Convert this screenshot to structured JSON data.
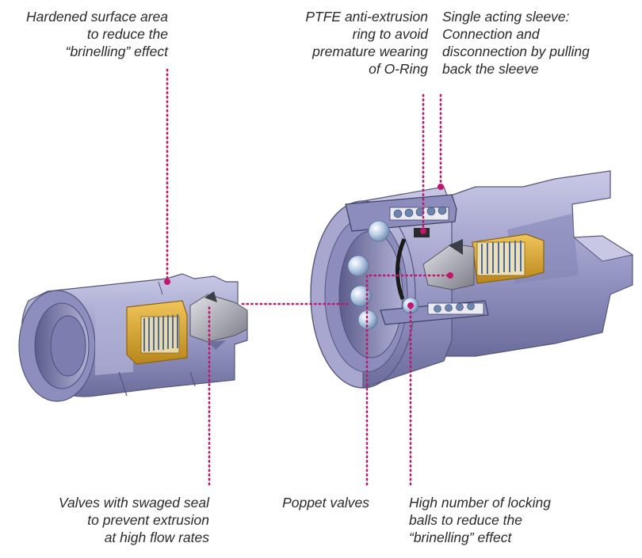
{
  "callouts": {
    "hardened": {
      "lines": [
        "Hardened surface area",
        "to reduce the",
        "“brinelling” effect"
      ]
    },
    "ptfe": {
      "lines": [
        "PTFE anti-extrusion",
        "ring to avoid",
        "premature wearing",
        "of O-Ring"
      ]
    },
    "sleeve": {
      "lines": [
        "Single acting sleeve:",
        "Connection and",
        "disconnection by pulling",
        "back the sleeve"
      ]
    },
    "valves": {
      "lines": [
        "Valves with swaged seal",
        "to  prevent extrusion",
        "at high flow rates"
      ]
    },
    "poppet": {
      "lines": [
        "Poppet valves"
      ]
    },
    "balls": {
      "lines": [
        "High number of locking",
        "balls to reduce the",
        "“brinelling” effect"
      ]
    }
  },
  "colors": {
    "leader": "#c0166e",
    "body": "#9d9dc6",
    "body_dark": "#6f6fa0",
    "body_light": "#c8c8e4",
    "spring_housing": "#d9a530",
    "ball": "#b4c8e0"
  }
}
